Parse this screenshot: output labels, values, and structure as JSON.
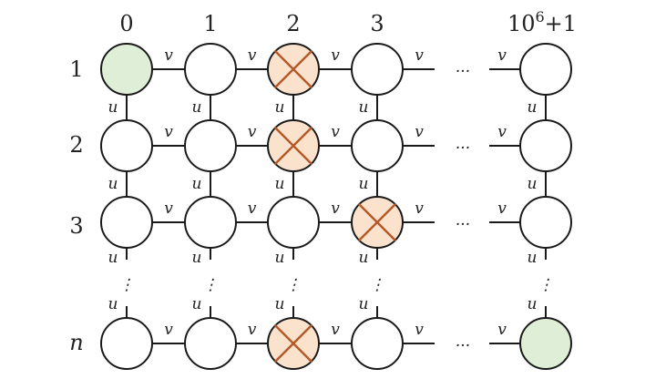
{
  "columns": [
    "0",
    "1",
    "2",
    "3",
    "",
    "10"
  ],
  "column_superscript": "6",
  "column_suffix": "+1",
  "rows": [
    "1",
    "2",
    "3",
    "",
    "n"
  ],
  "edge_labels": {
    "horizontal": "v",
    "vertical": "u"
  },
  "ellipsis": "···",
  "vertical_ellipsis": "⋮",
  "colors": {
    "start_fill": "#dfeed6",
    "blocked_fill": "#fbe2cd",
    "blocked_cross": "#b35a2a",
    "node_stroke": "#1a1a1a",
    "node_fill": "#ffffff"
  },
  "nodes": [
    {
      "row": 0,
      "col": 0,
      "state": "start"
    },
    {
      "row": 0,
      "col": 1,
      "state": "empty"
    },
    {
      "row": 0,
      "col": 2,
      "state": "blocked"
    },
    {
      "row": 0,
      "col": 3,
      "state": "empty"
    },
    {
      "row": 0,
      "col": 5,
      "state": "empty"
    },
    {
      "row": 1,
      "col": 0,
      "state": "empty"
    },
    {
      "row": 1,
      "col": 1,
      "state": "empty"
    },
    {
      "row": 1,
      "col": 2,
      "state": "blocked"
    },
    {
      "row": 1,
      "col": 3,
      "state": "empty"
    },
    {
      "row": 1,
      "col": 5,
      "state": "empty"
    },
    {
      "row": 2,
      "col": 0,
      "state": "empty"
    },
    {
      "row": 2,
      "col": 1,
      "state": "empty"
    },
    {
      "row": 2,
      "col": 2,
      "state": "empty"
    },
    {
      "row": 2,
      "col": 3,
      "state": "blocked"
    },
    {
      "row": 2,
      "col": 5,
      "state": "empty"
    },
    {
      "row": 4,
      "col": 0,
      "state": "empty"
    },
    {
      "row": 4,
      "col": 1,
      "state": "empty"
    },
    {
      "row": 4,
      "col": 2,
      "state": "blocked"
    },
    {
      "row": 4,
      "col": 3,
      "state": "empty"
    },
    {
      "row": 4,
      "col": 5,
      "state": "goal"
    }
  ]
}
